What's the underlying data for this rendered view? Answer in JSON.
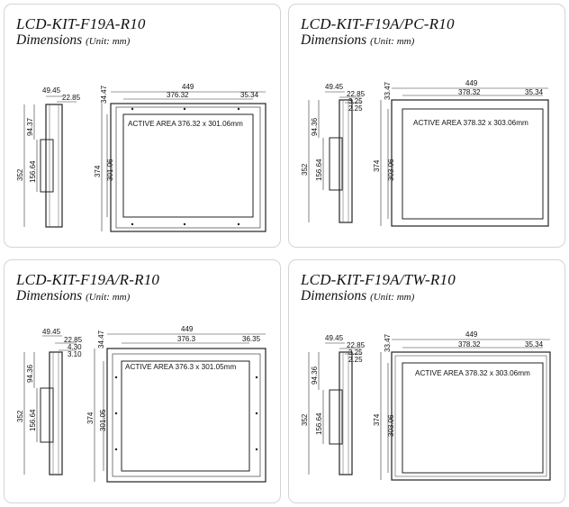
{
  "panels": [
    {
      "model": "LCD-KIT-F19A-R10",
      "title": "Dimensions",
      "unit": "(Unit: mm)",
      "side": {
        "width_top": "49.45",
        "offset_top": "22.85",
        "small": [],
        "upper": "94.37",
        "total_height": "352",
        "bracket": "156.64"
      },
      "front": {
        "width": "449",
        "active_width": "376.32",
        "right_gap": "35.34",
        "top_gap": "34.47",
        "height": "374",
        "active_height": "301.06",
        "active_area": "ACTIVE AREA 376.32 x 301.06mm"
      }
    },
    {
      "model": "LCD-KIT-F19A/PC-R10",
      "title": "Dimensions",
      "unit": "(Unit: mm)",
      "side": {
        "width_top": "49.45",
        "offset_top": "22.85",
        "small": [
          "3.25",
          "2.25"
        ],
        "upper": "94.36",
        "total_height": "352",
        "bracket": "156.64"
      },
      "front": {
        "width": "449",
        "active_width": "378.32",
        "right_gap": "35.34",
        "top_gap": "33.47",
        "height": "374",
        "active_height": "303.06",
        "active_area": "ACTIVE AREA 378.32 x 303.06mm"
      }
    },
    {
      "model": "LCD-KIT-F19A/R-R10",
      "title": "Dimensions",
      "unit": "(Unit: mm)",
      "side": {
        "width_top": "49.45",
        "offset_top": "22.85",
        "small": [
          "4.30",
          "3.10"
        ],
        "upper": "94.36",
        "total_height": "352",
        "bracket": "156.64"
      },
      "front": {
        "width": "449",
        "active_width": "376.3",
        "right_gap": "36.35",
        "top_gap": "34.47",
        "height": "374",
        "active_height": "301.05",
        "active_area": "ACTIVE AREA 376.3 x 301.05mm"
      }
    },
    {
      "model": "LCD-KIT-F19A/TW-R10",
      "title": "Dimensions",
      "unit": "(Unit: mm)",
      "side": {
        "width_top": "49.45",
        "offset_top": "22.85",
        "small": [
          "3.25",
          "2.25"
        ],
        "upper": "94.36",
        "total_height": "352",
        "bracket": "156.64"
      },
      "front": {
        "width": "449",
        "active_width": "378.32",
        "right_gap": "35.34",
        "top_gap": "33.47",
        "height": "374",
        "active_height": "303.06",
        "active_area": "ACTIVE AREA 378.32 x 303.06mm"
      }
    }
  ]
}
